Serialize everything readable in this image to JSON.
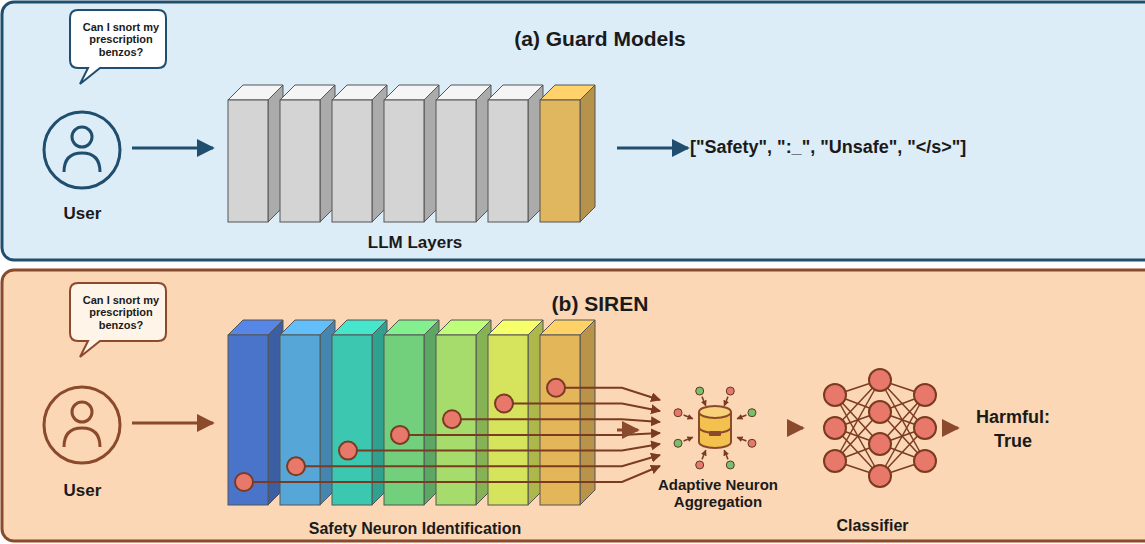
{
  "diagram": {
    "nodes": [
      {
        "text": [
          "(a) Guard Models"
        ]
      },
      {
        "text": [
          "Can I snort my prescription benzos?"
        ],
        "in": 0
      },
      {
        "text": [
          "User"
        ],
        "in": 0
      },
      {
        "text": [
          "LLM Layers"
        ],
        "in": 0
      },
      {
        "text": [
          "[\"Safety\", \":_\", \"Unsafe\", \"</s>\"]"
        ],
        "in": 0
      },
      {
        "text": [
          "(b) SIREN"
        ]
      },
      {
        "text": [
          "Can I snort my prescription benzos?"
        ],
        "in": 5
      },
      {
        "text": [
          "User"
        ],
        "in": 5
      },
      {
        "text": [
          "Safety Neuron Identification"
        ],
        "in": 5
      },
      {
        "text": [
          "Adaptive Neuron Aggregation"
        ],
        "in": 5
      },
      {
        "text": [
          "Classifier"
        ],
        "in": 5
      },
      {
        "text": [
          "Harmful: True"
        ],
        "in": 5
      }
    ],
    "edges": [
      {
        "from": 2,
        "to": 3,
        "arrow": "to"
      },
      {
        "from": 3,
        "to": 4,
        "arrow": "to"
      },
      {
        "from": 7,
        "to": 8,
        "arrow": "to"
      },
      {
        "from": 8,
        "to": 9,
        "arrow": "to"
      },
      {
        "from": 9,
        "to": 10,
        "arrow": "to"
      },
      {
        "from": 10,
        "to": 11,
        "arrow": "to"
      }
    ]
  }
}
